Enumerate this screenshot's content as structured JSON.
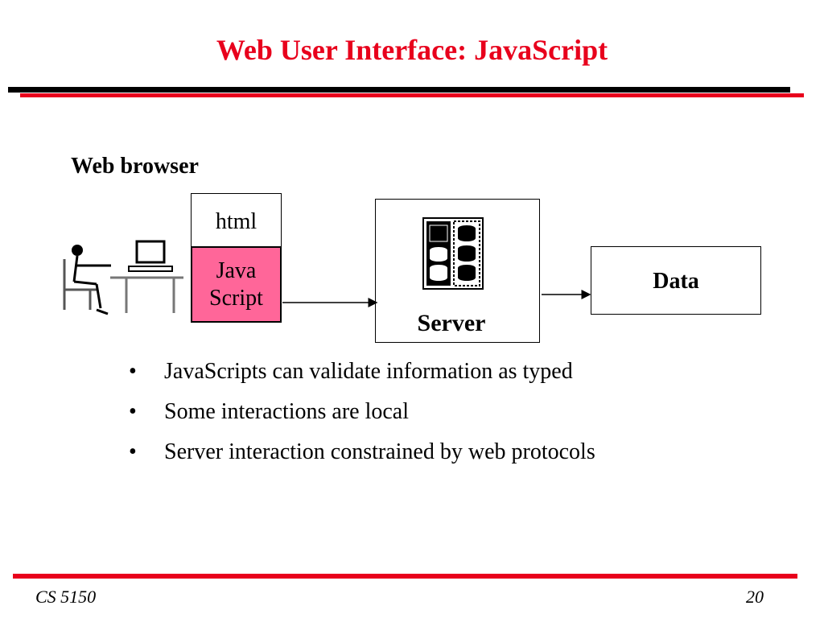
{
  "slide": {
    "title": "Web User Interface: JavaScript",
    "browser_label": "Web browser",
    "html_label": "html",
    "js_label_line1": "Java",
    "js_label_line2": "Script",
    "server_label": "Server",
    "data_label": "Data"
  },
  "bullets": [
    "JavaScripts can validate information as typed",
    "Some interactions are local",
    "Server interaction constrained by web protocols"
  ],
  "bullet_glyph": "•",
  "footer": {
    "course": "CS 5150",
    "page": "20"
  },
  "colors": {
    "accent_red": "#e8001c",
    "javascript_fill": "#ff6699"
  },
  "icons": {
    "user": "person-at-computer-icon",
    "server": "database-server-icon"
  }
}
